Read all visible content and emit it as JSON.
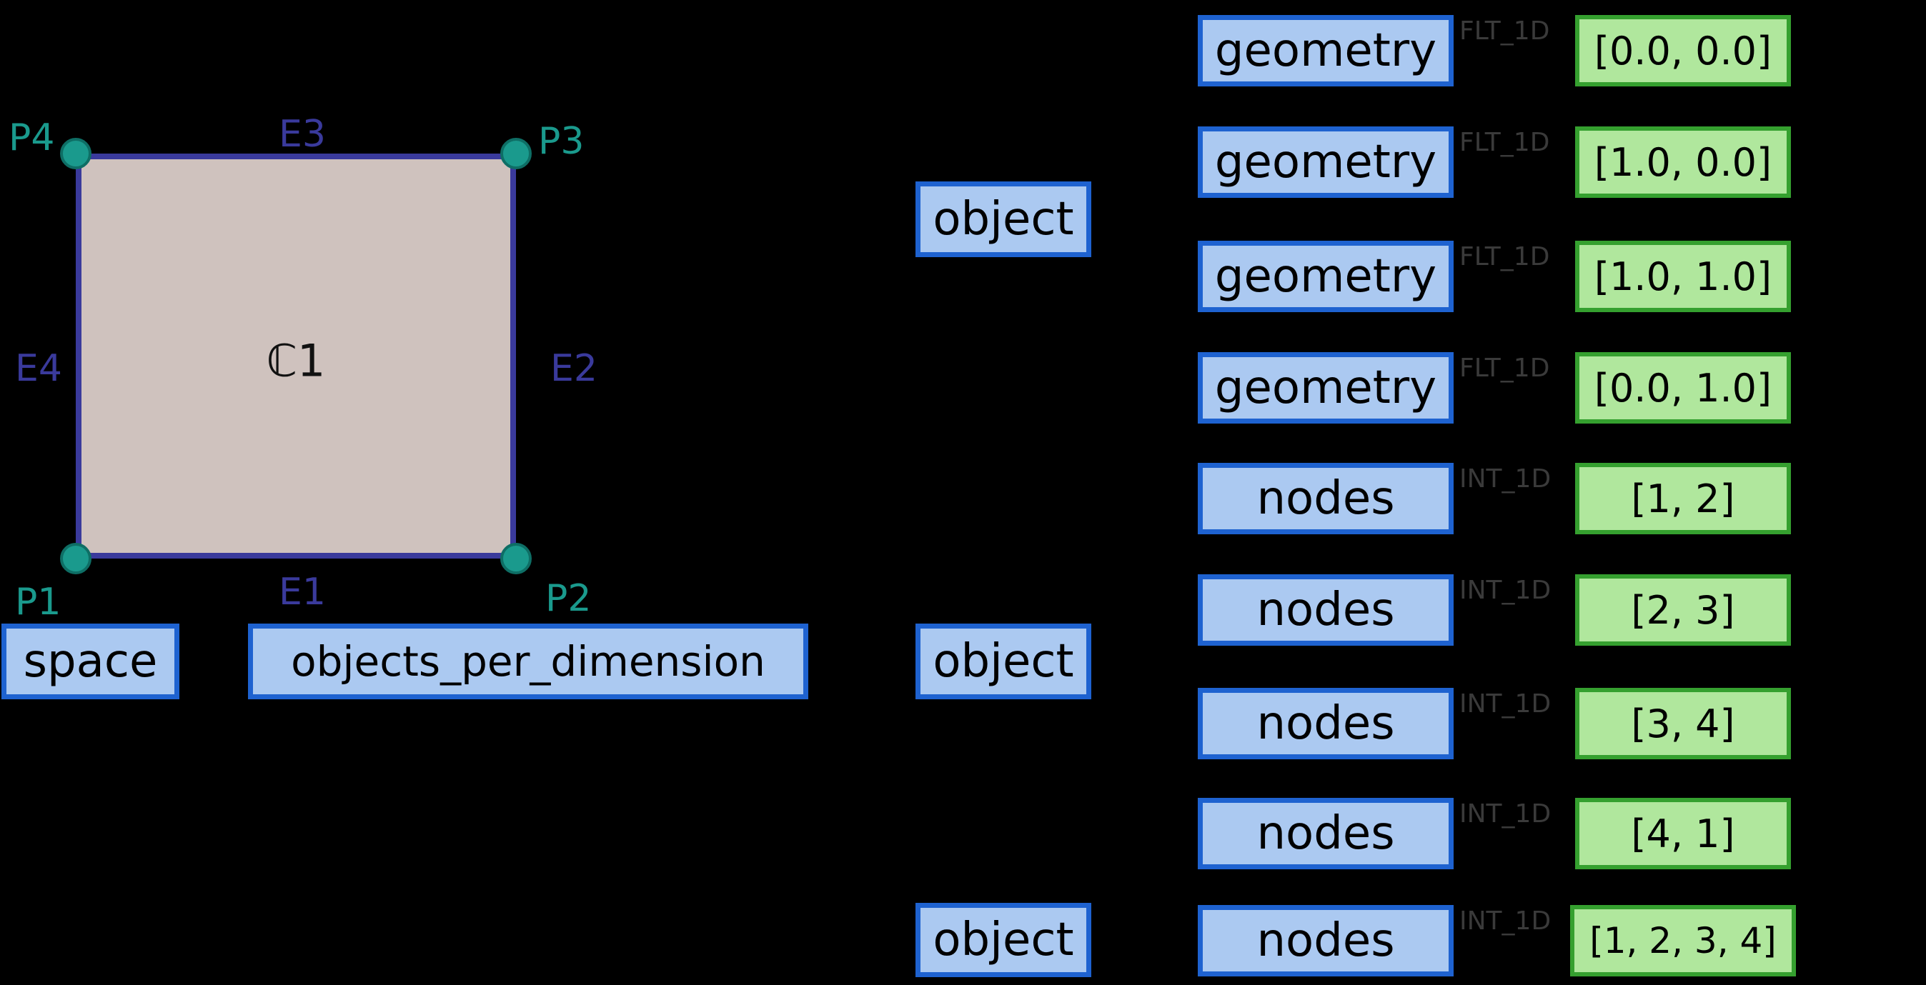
{
  "colors": {
    "background": "#000000",
    "blue_fill": "#abc9f1",
    "blue_border": "#1e62d0",
    "green_fill": "#b0e79d",
    "green_border": "#35a02f",
    "dtype_text": "#3a3a3a",
    "cell_fill": "#cfc2be",
    "cell_edge": "#3a3a9c",
    "point_teal": "#1a9a8d"
  },
  "cell": {
    "center_label": "ℂ1",
    "points": [
      {
        "label": "P1"
      },
      {
        "label": "P2"
      },
      {
        "label": "P3"
      },
      {
        "label": "P4"
      }
    ],
    "edges": [
      {
        "label": "E1"
      },
      {
        "label": "E2"
      },
      {
        "label": "E3"
      },
      {
        "label": "E4"
      }
    ]
  },
  "tree": {
    "space_label": "space",
    "objects_per_dimension_label": "objects_per_dimension",
    "object_labels": [
      "object",
      "object",
      "object"
    ],
    "rows": [
      {
        "name": "geometry",
        "dtype": "FLT_1D",
        "value": "[0.0, 0.0]"
      },
      {
        "name": "geometry",
        "dtype": "FLT_1D",
        "value": "[1.0, 0.0]"
      },
      {
        "name": "geometry",
        "dtype": "FLT_1D",
        "value": "[1.0, 1.0]"
      },
      {
        "name": "geometry",
        "dtype": "FLT_1D",
        "value": "[0.0, 1.0]"
      },
      {
        "name": "nodes",
        "dtype": "INT_1D",
        "value": "[1, 2]"
      },
      {
        "name": "nodes",
        "dtype": "INT_1D",
        "value": "[2, 3]"
      },
      {
        "name": "nodes",
        "dtype": "INT_1D",
        "value": "[3, 4]"
      },
      {
        "name": "nodes",
        "dtype": "INT_1D",
        "value": "[4, 1]"
      },
      {
        "name": "nodes",
        "dtype": "INT_1D",
        "value": "[1, 2, 3, 4]"
      }
    ]
  }
}
